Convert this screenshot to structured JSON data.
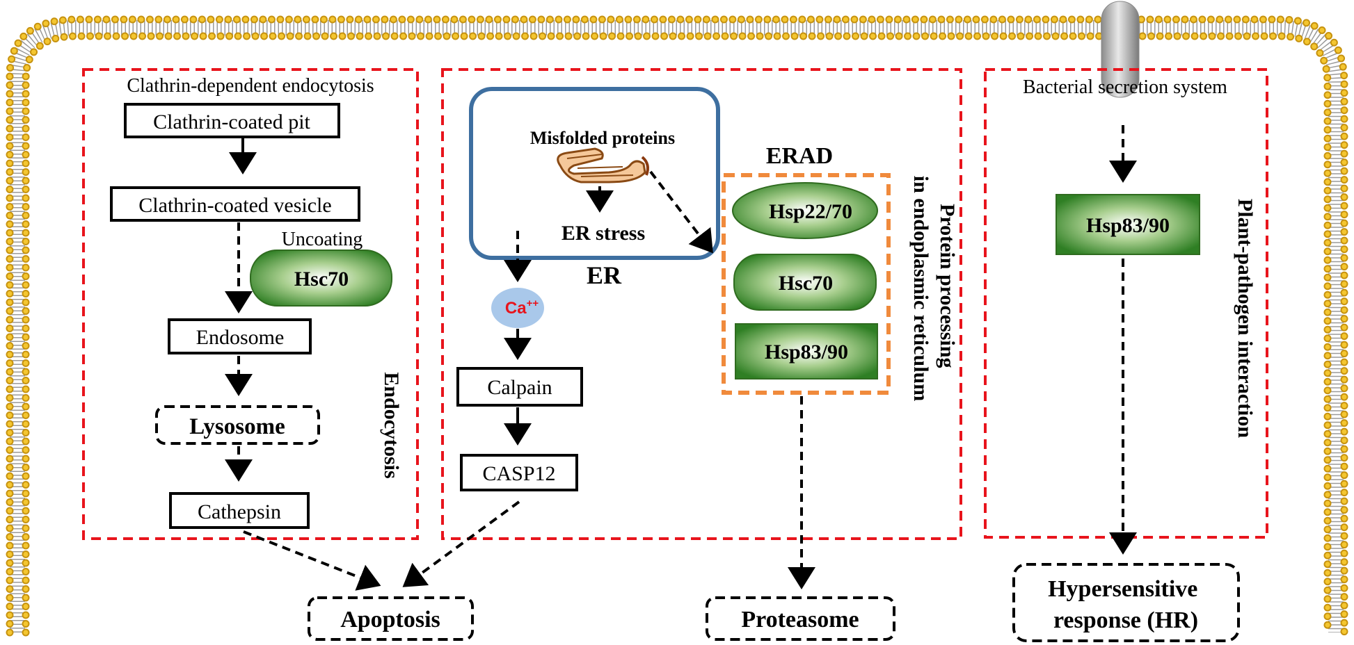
{
  "sections": {
    "endocytosis": {
      "title": "Clathrin-dependent endocytosis",
      "side_label": "Endocytosis",
      "steps": {
        "pit": "Clathrin-coated pit",
        "vesicle": "Clathrin-coated vesicle",
        "uncoating": "Uncoating",
        "hsc70": "Hsc70",
        "endosome": "Endosome",
        "lysosome": "Lysosome",
        "cathepsin": "Cathepsin"
      }
    },
    "er": {
      "misfolded": "Misfolded proteins",
      "er_stress": "ER stress",
      "er_label": "ER",
      "ca": "Ca",
      "ca_sup": "++",
      "calpain": "Calpain",
      "casp12": "CASP12",
      "erad": "ERAD",
      "hsp22": "Hsp22/70",
      "hsc70": "Hsc70",
      "hsp83": "Hsp83/90",
      "side_label_1": "Protein processing",
      "side_label_2": "in endoplasmic reticulum"
    },
    "pathogen": {
      "title": "Bacterial secretion system",
      "hsp83": "Hsp83/90",
      "side_label": "Plant-pathogen interaction"
    }
  },
  "outputs": {
    "apoptosis": "Apoptosis",
    "proteasome": "Proteasome",
    "hr_line1": "Hypersensitive",
    "hr_line2": "response (HR)"
  },
  "colors": {
    "section_border": "#e8141c",
    "erad_border": "#f08a3c",
    "er_border": "#3e6fa0",
    "membrane_bead": "#e9b21a",
    "hsp_green": "#2f7f24",
    "ca_fill": "#a9c8ea",
    "ca_text": "#e8141c"
  }
}
